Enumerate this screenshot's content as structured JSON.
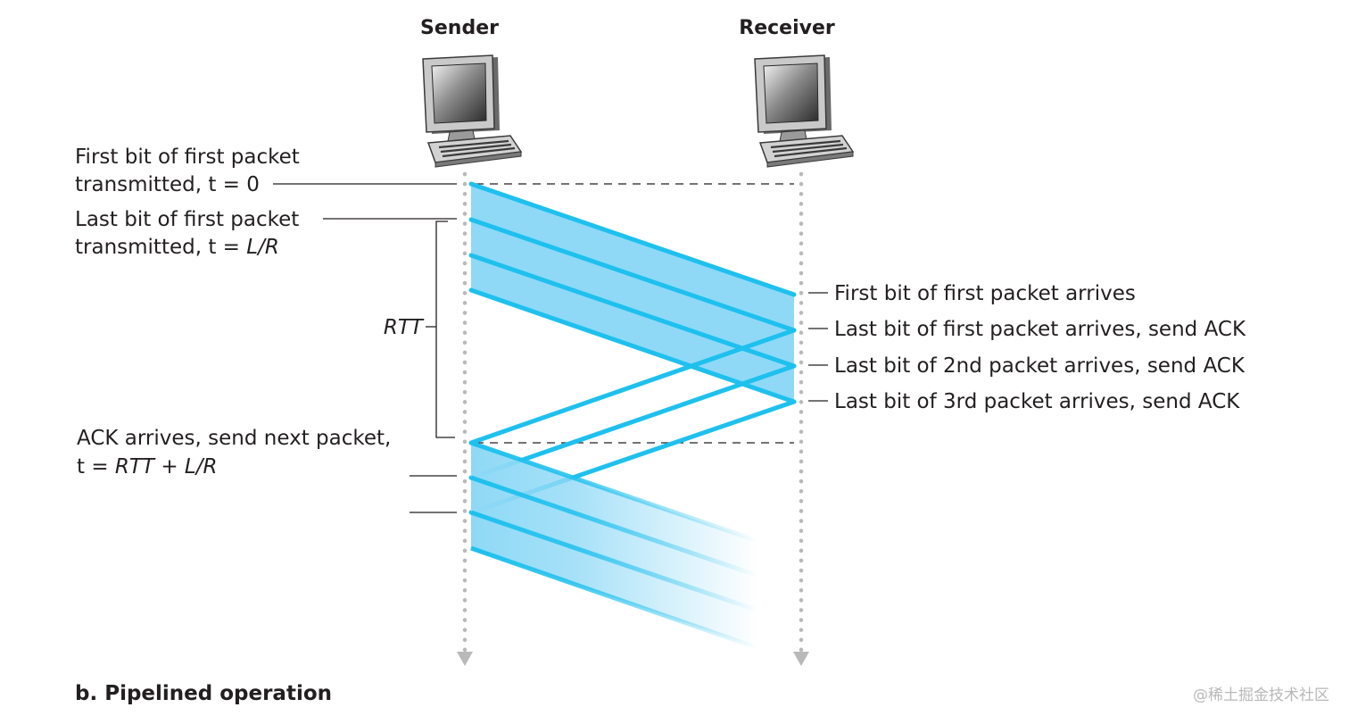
{
  "header": {
    "sender": "Sender",
    "receiver": "Receiver"
  },
  "left_labels": {
    "first_bit_line1": "First bit of first packet",
    "first_bit_line2": "transmitted, t = 0",
    "last_bit_line1": "Last bit of first packet",
    "last_bit_line2_prefix": "transmitted, t = ",
    "last_bit_line2_italic": "L/R",
    "rtt": "RTT",
    "ack_line1": "ACK arrives, send next packet,",
    "ack_line2_prefix": "t = ",
    "ack_line2_italic": "RTT + L/R"
  },
  "right_labels": {
    "first_arrives": "First bit of first packet arrives",
    "last_first_arrives": "Last bit of first packet arrives, send ACK",
    "last_second_arrives": "Last bit of 2nd packet arrives, send ACK",
    "last_third_arrives": "Last bit of 3rd packet arrives, send ACK"
  },
  "caption": "b. Pipelined operation",
  "watermark": "@稀土掘金技术社区",
  "colors": {
    "accent": "#1ec0ee",
    "fill": "#8fd9f6",
    "text": "#231f20",
    "timeline": "#b9b9b9"
  },
  "icons": {
    "sender_computer": "desktop-computer-icon",
    "receiver_computer": "desktop-computer-icon"
  }
}
